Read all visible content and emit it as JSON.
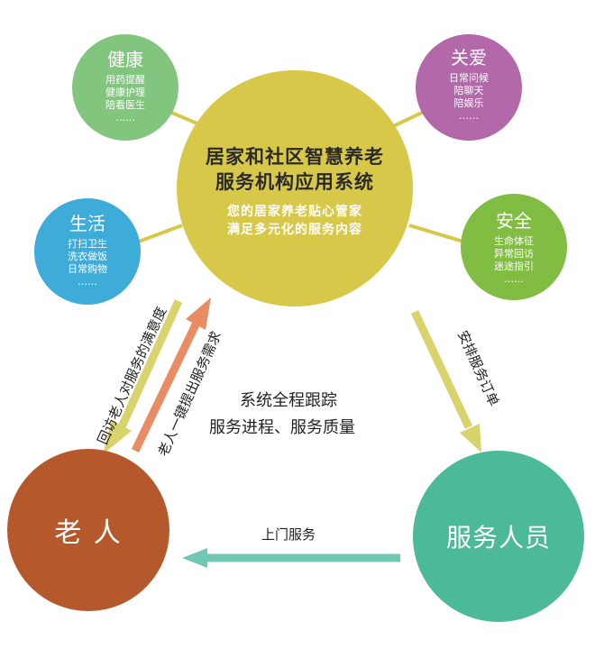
{
  "center": {
    "title_line1": "居家和社区智慧养老",
    "title_line2": "服务机构应用系统",
    "subtitle_line1": "您的居家养老贴心管家",
    "subtitle_line2": "满足多元化的服务内容"
  },
  "nodes": {
    "health": {
      "title": "健康",
      "items": [
        "用药提醒",
        "健康护理",
        "陪看医生",
        "……"
      ],
      "color": "#82c57f"
    },
    "care": {
      "title": "关爱",
      "items": [
        "日常问候",
        "陪聊天",
        "陪娱乐",
        "……"
      ],
      "color": "#b268a9"
    },
    "life": {
      "title": "生活",
      "items": [
        "打扫卫生",
        "洗衣做饭",
        "日常购物",
        "……"
      ],
      "color": "#3fabd9"
    },
    "safety": {
      "title": "安全",
      "items": [
        "生命体征",
        "异常回访",
        "迷途指引",
        "……"
      ],
      "color": "#80bd42"
    },
    "elder": {
      "label": "老 人",
      "color": "#b5592c"
    },
    "staff": {
      "label": "服务人员",
      "color": "#4cb999"
    }
  },
  "center_color": "#d8c84a",
  "tracking": {
    "line1": "系统全程跟踪",
    "line2": "服务进程、服务质量"
  },
  "arrows": {
    "revisit": {
      "label": "回访老人对服务的满意度",
      "color": "#d8d36a"
    },
    "request": {
      "label": "老人一键提出服务需求",
      "color": "#e98c63"
    },
    "dispatch": {
      "label": "安排服务订单",
      "color": "#d8d36a"
    },
    "door": {
      "label": "上门服务",
      "color": "#70c8b2"
    }
  }
}
